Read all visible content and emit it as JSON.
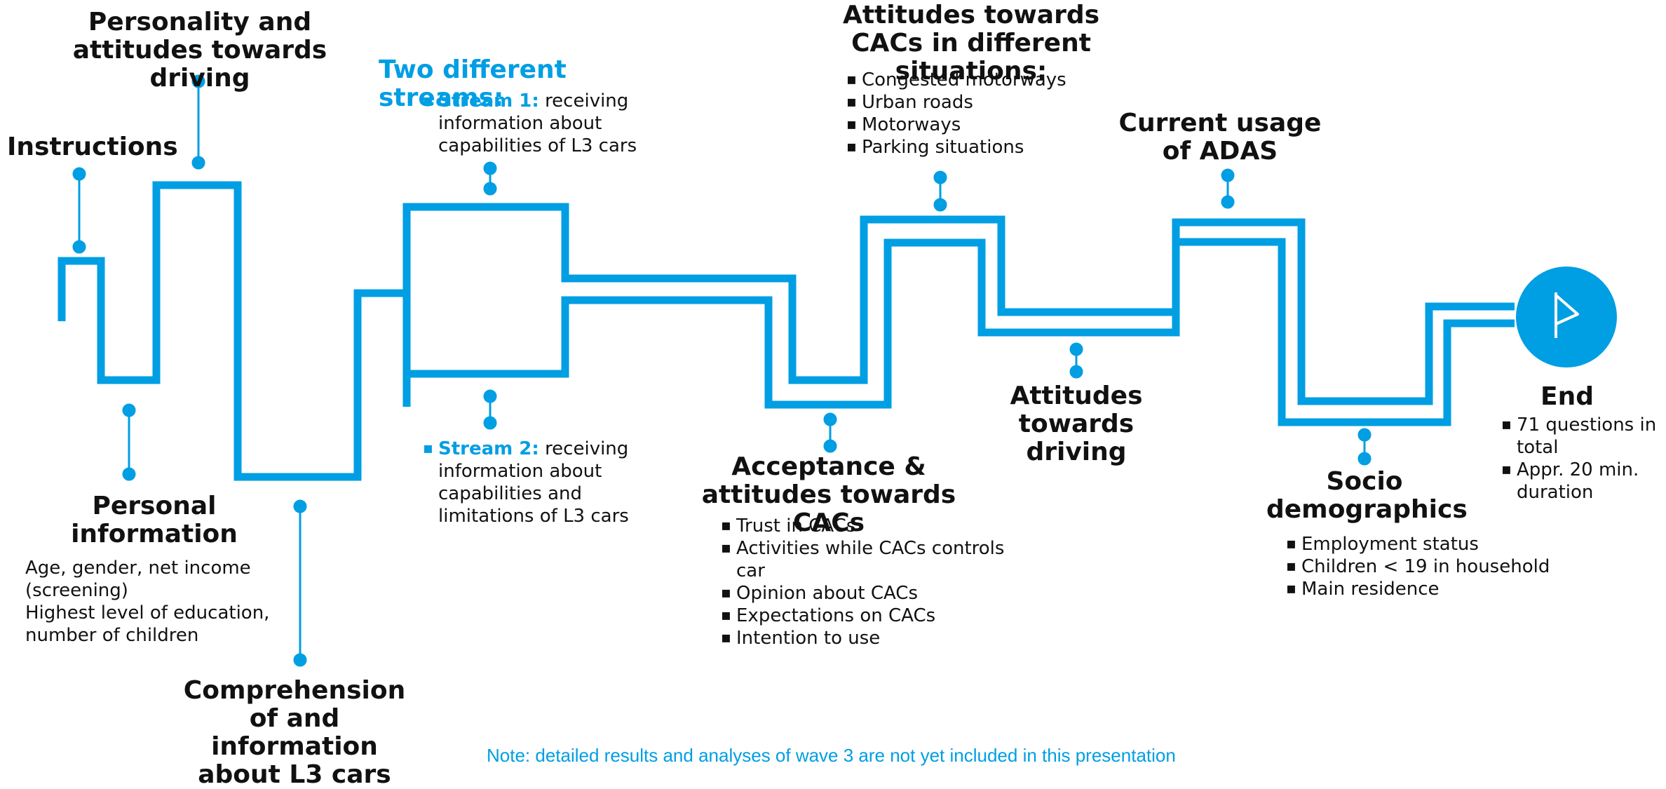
{
  "colors": {
    "accent": "#009ee3",
    "text": "#111111",
    "background": "#ffffff"
  },
  "labels": {
    "instructions": "Instructions",
    "personality": "Personality and attitudes towards driving",
    "personal_title": "Personal information",
    "personal_body": [
      "Age, gender, net income (screening)",
      "Highest level of education, number of children"
    ],
    "comprehension": "Comprehension of and information about L3 cars",
    "streams_title": "Two different streams:",
    "stream1_label": "Stream 1:",
    "stream1_text": "receiving information about capabilities of L3 cars",
    "stream2_label": "Stream 2:",
    "stream2_text": "receiving information about capabilities and limitations of L3 cars",
    "acceptance_title": "Acceptance & attitudes towards CACs",
    "acceptance_items": [
      "Trust in CACs",
      "Activities while CACs controls car",
      "Opinion about CACs",
      "Expectations on CACs",
      "Intention to use"
    ],
    "situations_title": "Attitudes towards CACs in different situations:",
    "situations_items": [
      "Congested motorways",
      "Urban roads",
      "Motorways",
      "Parking situations"
    ],
    "attitudes_driving": "Attitudes towards driving",
    "adas_title": "Current usage of ADAS",
    "socio_title": "Socio demographics",
    "socio_items": [
      "Employment status",
      "Children < 19 in household",
      "Main residence"
    ],
    "end_title": "End",
    "end_items": [
      "71 questions in total",
      "Appr. 20 min. duration"
    ],
    "note": "Note: detailed results and analyses of wave 3 are not yet included in this presentation"
  },
  "icons": {
    "end_marker": "flag-icon"
  }
}
